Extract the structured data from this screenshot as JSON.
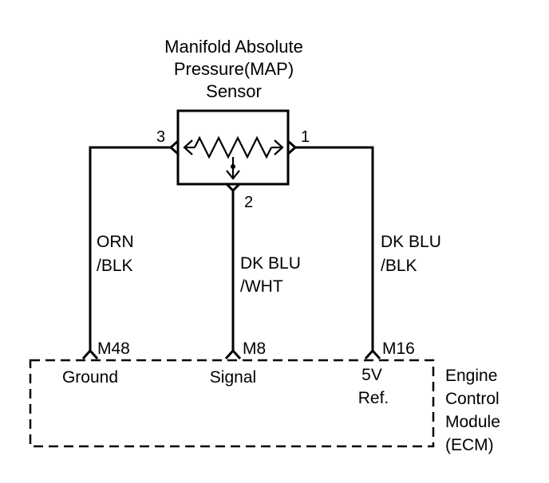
{
  "sensor": {
    "title_line1": "Manifold Absolute",
    "title_line2": "Pressure(MAP)",
    "title_line3": "Sensor",
    "pin_3": "3",
    "pin_1": "1",
    "pin_2": "2"
  },
  "wires": {
    "left_line1": "ORN",
    "left_line2": "/BLK",
    "middle_line1": "DK BLU",
    "middle_line2": "/WHT",
    "right_line1": "DK BLU",
    "right_line2": "/BLK"
  },
  "ecm": {
    "pin_ground": "M48",
    "pin_signal": "M8",
    "pin_ref": "M16",
    "label_ground": "Ground",
    "label_signal": "Signal",
    "label_ref_line1": "5V",
    "label_ref_line2": "Ref.",
    "module_line1": "Engine",
    "module_line2": "Control",
    "module_line3": "Module",
    "module_line4": "(ECM)"
  }
}
